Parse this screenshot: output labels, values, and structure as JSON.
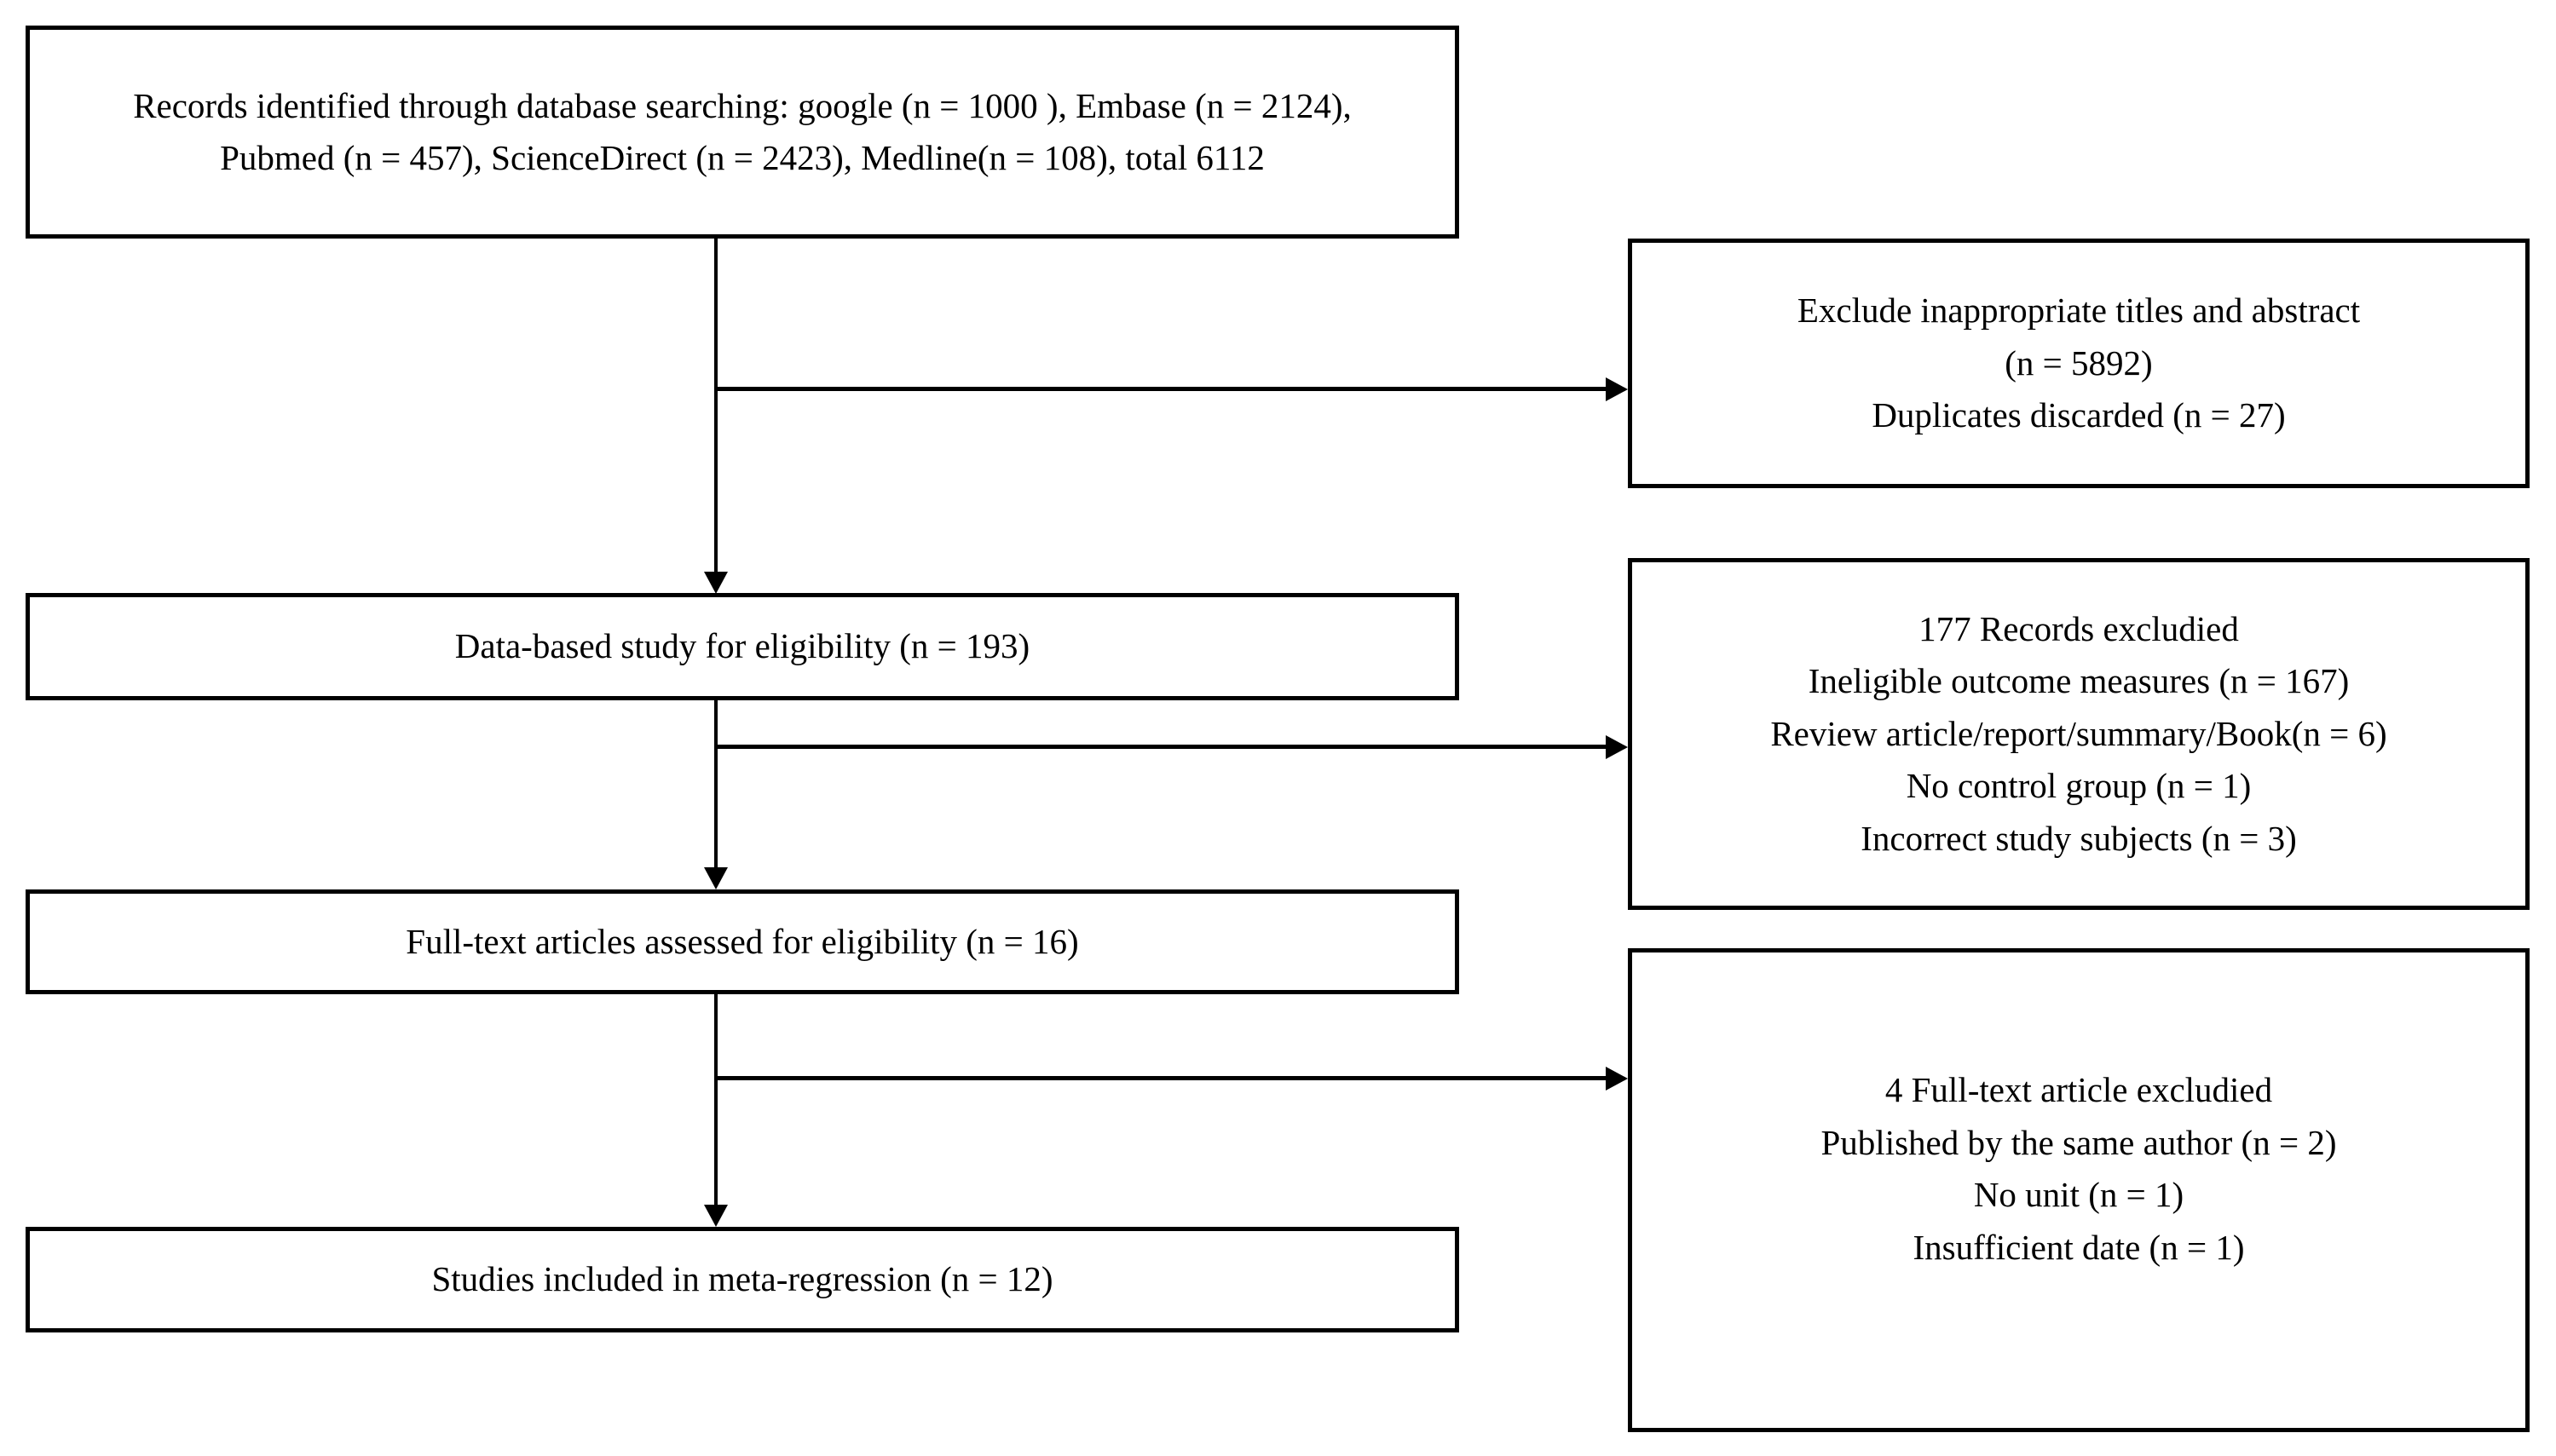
{
  "diagram": {
    "type": "flowchart",
    "colors": {
      "line": "#000000",
      "text": "#000000",
      "background": "#ffffff"
    },
    "boxes": {
      "records": {
        "lines": [
          "Records identified through database searching: google (n = 1000 ), Embase (n = 2124),",
          "Pubmed (n = 457), ScienceDirect (n = 2423), Medline(n = 108), total 6112"
        ]
      },
      "exclude_titles": {
        "lines": [
          "Exclude inappropriate titles and abstract",
          "(n = 5892)",
          "Duplicates discarded (n = 27)"
        ]
      },
      "databased": {
        "lines": [
          "Data-based study for eligibility (n = 193)"
        ]
      },
      "records_excluded": {
        "lines": [
          "177 Records excludied",
          "Ineligible outcome measures (n = 167)",
          "Review article/report/summary/Book(n = 6)",
          "No control group (n = 1)",
          "Incorrect study subjects (n = 3)"
        ]
      },
      "fulltext": {
        "lines": [
          "Full-text articles assessed for eligibility (n = 16)"
        ]
      },
      "fulltext_excluded": {
        "lines": [
          "4 Full-text article excludied",
          "Published by the same author (n = 2)",
          "No unit (n = 1)",
          "Insufficient date (n = 1)"
        ]
      },
      "included": {
        "lines": [
          "Studies included in meta-regression (n = 12)"
        ]
      }
    }
  }
}
